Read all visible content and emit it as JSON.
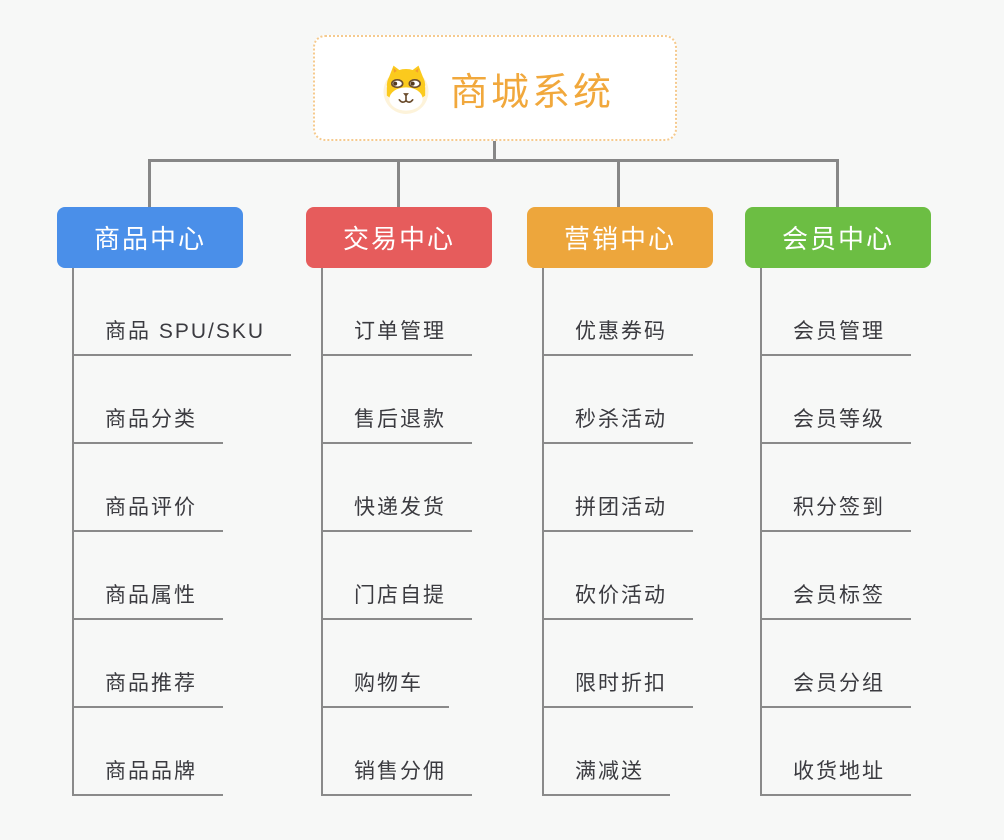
{
  "canvas": {
    "background": "#f7f8f7",
    "connector_color": "#878787",
    "leaf_line_color": "#8a8a8a",
    "leaf_text_color": "#3b3b40"
  },
  "root": {
    "title": "商城系统",
    "icon": "dog-logo-icon",
    "text_color": "#f1a83c",
    "border_color": "#f5ca8e",
    "background": "#ffffff"
  },
  "branches": [
    {
      "label": "商品中心",
      "color": "#4a8fe9",
      "items": [
        "商品 SPU/SKU",
        "商品分类",
        "商品评价",
        "商品属性",
        "商品推荐",
        "商品品牌"
      ]
    },
    {
      "label": "交易中心",
      "color": "#e65c5c",
      "items": [
        "订单管理",
        "售后退款",
        "快递发货",
        "门店自提",
        "购物车",
        "销售分佣"
      ]
    },
    {
      "label": "营销中心",
      "color": "#eda63c",
      "items": [
        "优惠券码",
        "秒杀活动",
        "拼团活动",
        "砍价活动",
        "限时折扣",
        "满减送"
      ]
    },
    {
      "label": "会员中心",
      "color": "#6cbe43",
      "items": [
        "会员管理",
        "会员等级",
        "积分签到",
        "会员标签",
        "会员分组",
        "收货地址"
      ]
    }
  ]
}
